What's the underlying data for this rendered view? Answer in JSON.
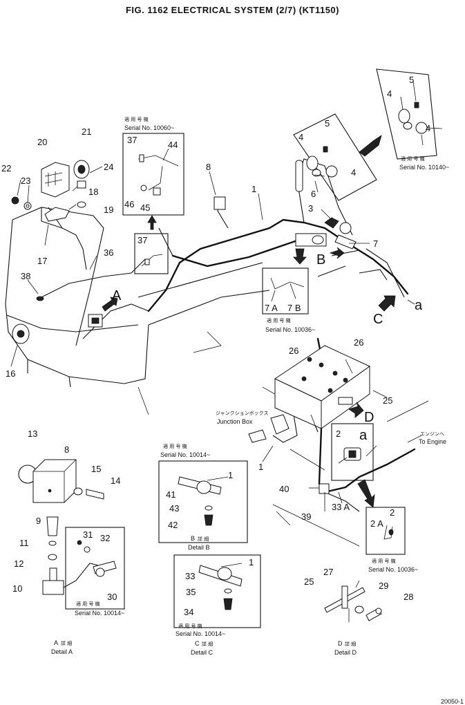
{
  "title": "FIG. 1162   ELECTRICAL SYSTEM (2/7) (KT1150)",
  "figure_code": "20050-1",
  "callouts": {
    "n1": "1",
    "n2": "2",
    "n3": "3",
    "n4": "4",
    "n5": "5",
    "n6": "6",
    "n7": "7",
    "n8": "8",
    "n9": "9",
    "n10": "10",
    "n11": "11",
    "n12": "12",
    "n13": "13",
    "n14": "14",
    "n15": "15",
    "n16": "16",
    "n17": "17",
    "n18": "18",
    "n19": "19",
    "n20": "20",
    "n21": "21",
    "n22": "22",
    "n23": "23",
    "n24": "24",
    "n25": "25",
    "n26": "26",
    "n27": "27",
    "n28": "28",
    "n29": "29",
    "n30": "30",
    "n31": "31",
    "n32": "32",
    "n33": "33",
    "n33a": "33 A",
    "n34": "34",
    "n35": "35",
    "n36": "36",
    "n37": "37",
    "n38": "38",
    "n39": "39",
    "n40": "40",
    "n41": "41",
    "n42": "42",
    "n43": "43",
    "n44": "44",
    "n45": "45",
    "n46": "46",
    "n2a": "2 A",
    "n7a": "7 A",
    "n7b": "7 B"
  },
  "view_letters": {
    "a": "A",
    "b": "B",
    "c": "C",
    "d": "D",
    "small_a": "a"
  },
  "serial_notes": {
    "jp": "適 用 号 機",
    "s10060": "Serial No. 10060~",
    "s10140": "Serial No. 10140~",
    "s10036": "Serial No. 10036~",
    "s10014": "Serial No. 10014~"
  },
  "labels": {
    "junction_jp": "ジャンクションボックス",
    "junction_en": "Junction Box",
    "engine_jp": "エンジンへ",
    "engine_en": "To Engine"
  },
  "details": {
    "detail_jp": "詳 細",
    "a_jp": "A",
    "a_en": "Detail A",
    "b_jp": "B",
    "b_en": "Detail B",
    "c_jp": "C",
    "c_en": "Detail C",
    "d_jp": "D",
    "d_en": "Detail D"
  },
  "colors": {
    "ink": "#111111",
    "paper": "#ffffff"
  }
}
